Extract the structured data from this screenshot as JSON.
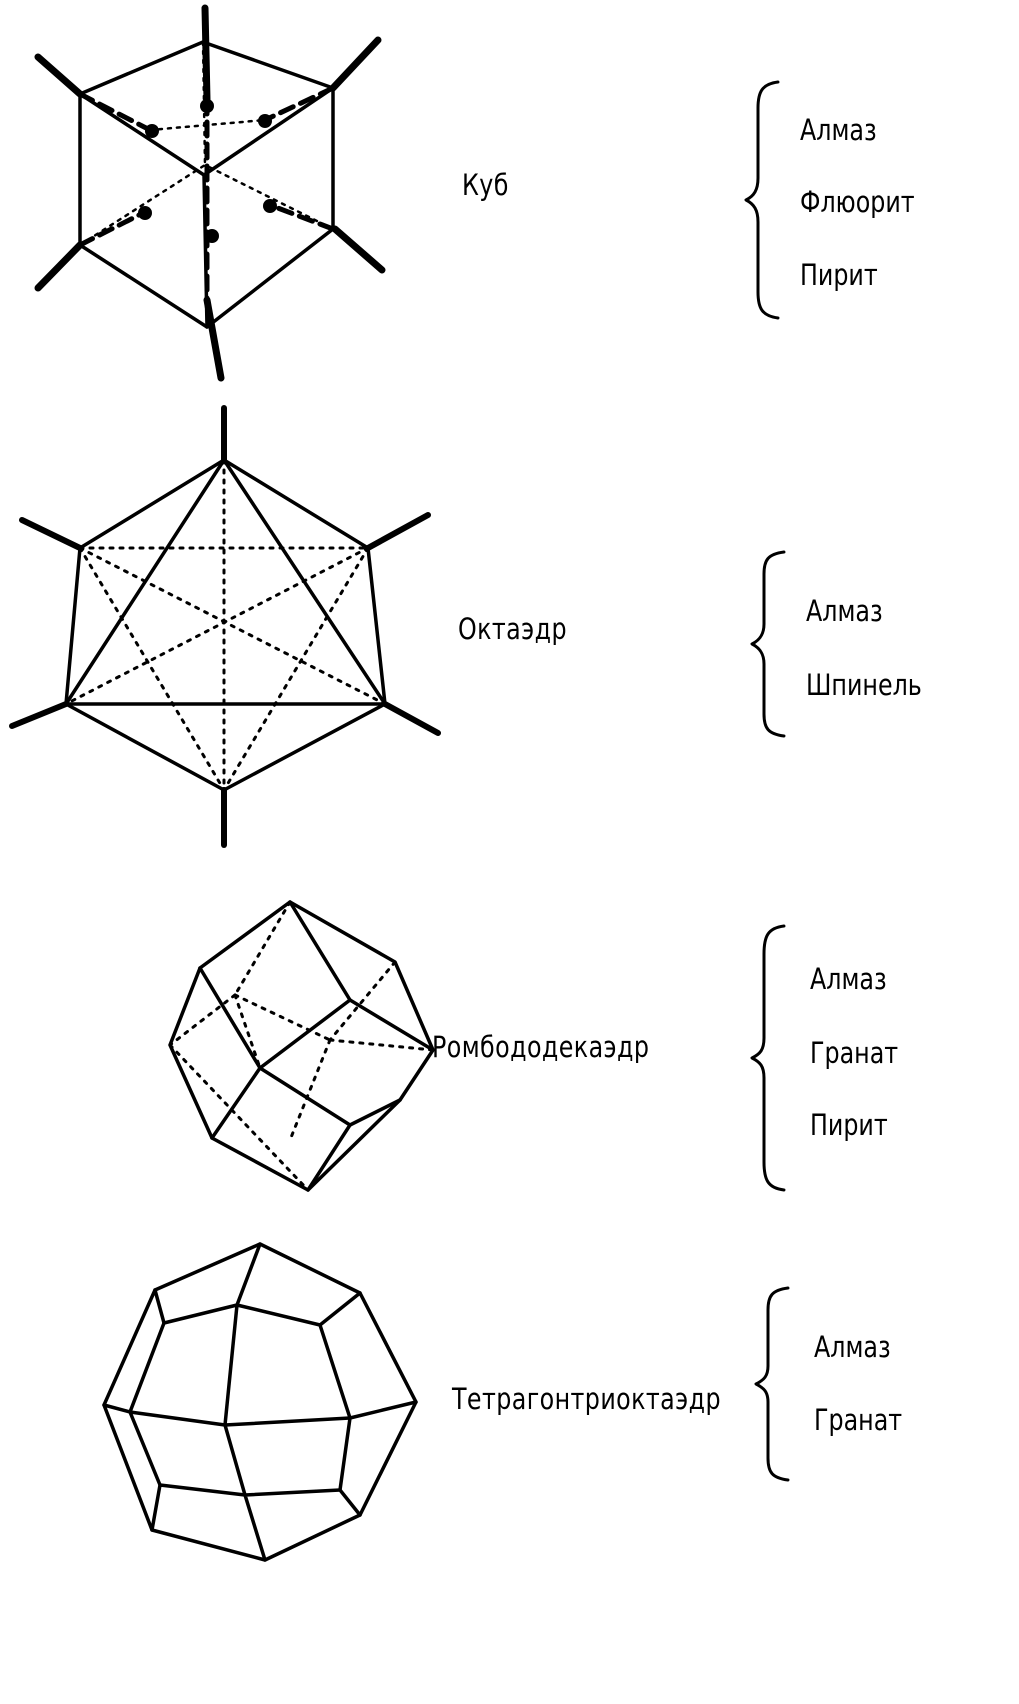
{
  "crystals": [
    {
      "name": "Куб",
      "minerals": [
        "Алмаз",
        "Флюорит",
        "Пирит"
      ]
    },
    {
      "name": "Октаэдр",
      "minerals": [
        "Алмаз",
        "Шпинель"
      ]
    },
    {
      "name": "Ромбододекаэдр",
      "minerals": [
        "Алмаз",
        "Гранат",
        "Пирит"
      ]
    },
    {
      "name": "Тетрагонтриоктаэдр",
      "minerals": [
        "Алмаз",
        "Гранат"
      ]
    }
  ],
  "icons": [
    "cube-icon",
    "octahedron-icon",
    "rhombic-dodecahedron-icon",
    "tetragon-trioctahedron-icon",
    "curly-brace-icon"
  ]
}
